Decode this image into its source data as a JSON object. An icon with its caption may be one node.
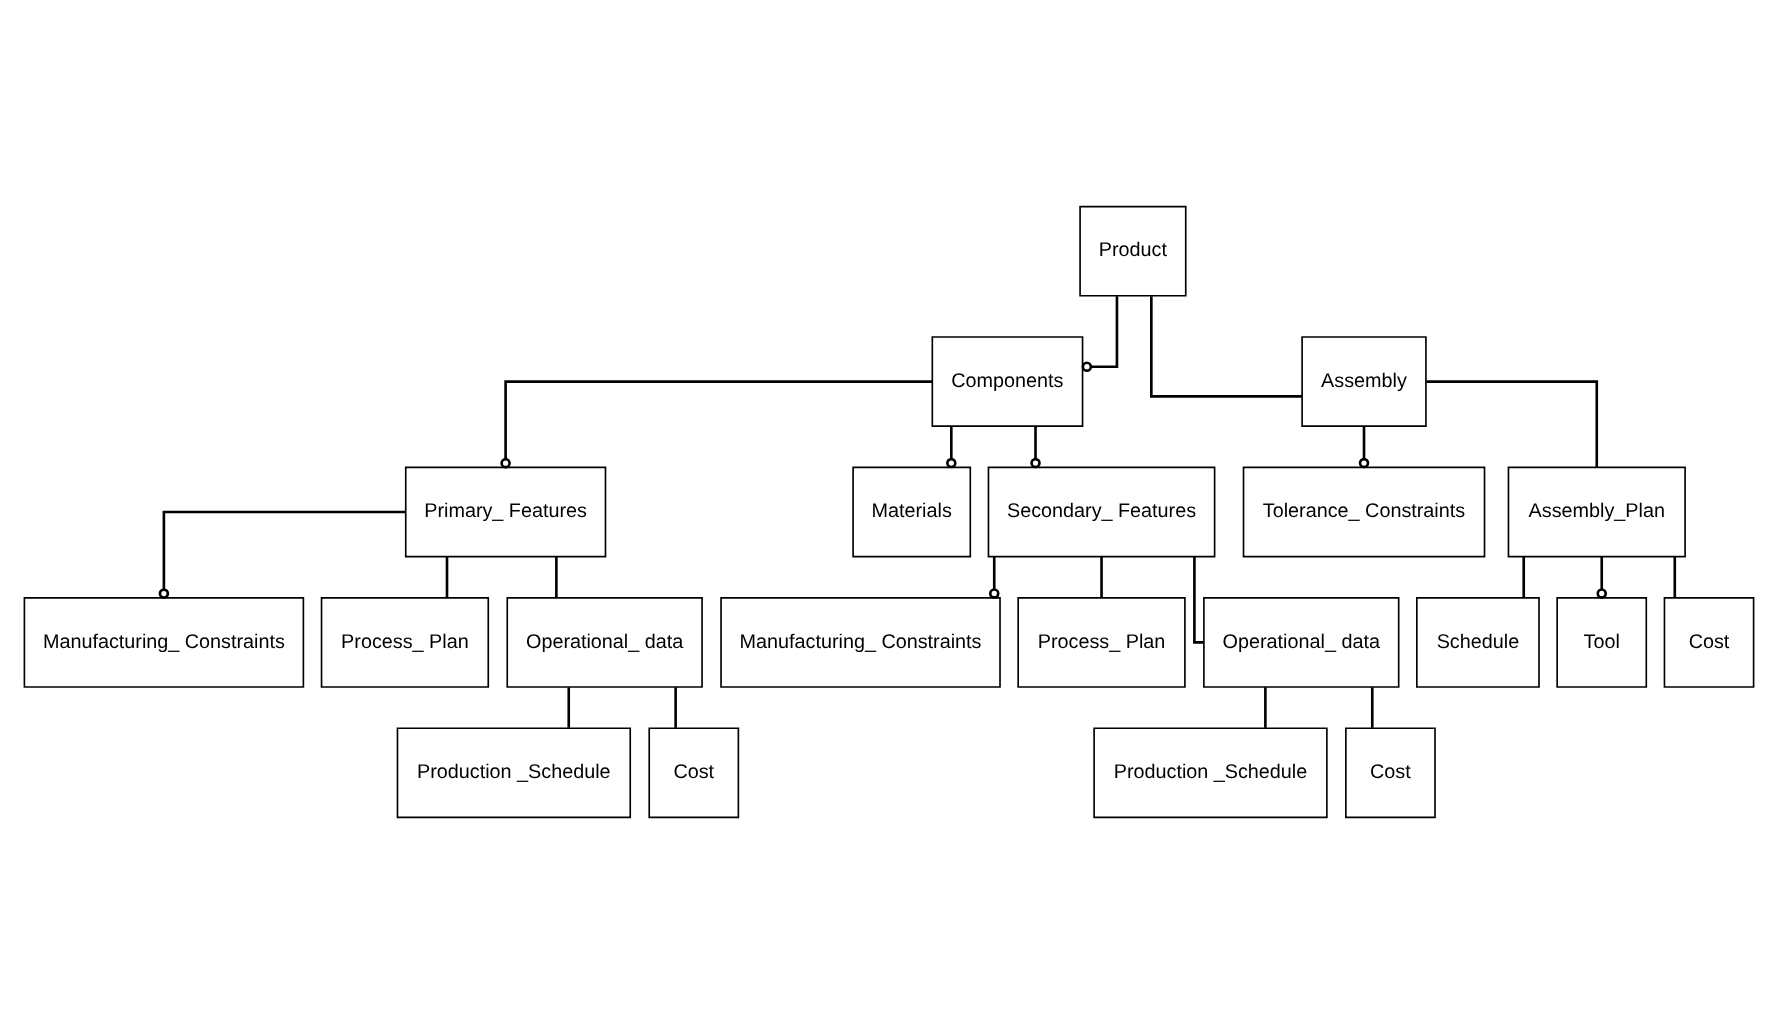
{
  "diagram": {
    "nodes": [
      {
        "text": [
          "Product"
        ]
      },
      {
        "text": [
          "Components"
        ]
      },
      {
        "text": [
          "Assembly"
        ]
      },
      {
        "text": [
          "Primary_ Features"
        ]
      },
      {
        "text": [
          "Materials"
        ]
      },
      {
        "text": [
          "Secondary_ Features"
        ]
      },
      {
        "text": [
          "Tolerance_ Constraints"
        ]
      },
      {
        "text": [
          "Assembly_Plan"
        ]
      },
      {
        "text": [
          "Manufacturing_ Constraints"
        ]
      },
      {
        "text": [
          "Process_ Plan"
        ]
      },
      {
        "text": [
          "Operational_ data"
        ]
      },
      {
        "text": [
          "Manufacturing_ Constraints"
        ]
      },
      {
        "text": [
          "Process_ Plan"
        ]
      },
      {
        "text": [
          "Operational_ data"
        ]
      },
      {
        "text": [
          "Schedule"
        ]
      },
      {
        "text": [
          "Tool"
        ]
      },
      {
        "text": [
          "Cost"
        ]
      },
      {
        "text": [
          "Production _Schedule"
        ]
      },
      {
        "text": [
          "Cost"
        ]
      },
      {
        "text": [
          "Production _Schedule"
        ]
      },
      {
        "text": [
          "Cost"
        ]
      }
    ],
    "edges": [
      {
        "from": 0,
        "to": 1,
        "arrow": "other"
      },
      {
        "from": 0,
        "to": 2,
        "arrow": "none"
      },
      {
        "from": 1,
        "to": 3,
        "arrow": "other"
      },
      {
        "from": 1,
        "to": 4,
        "arrow": "other"
      },
      {
        "from": 1,
        "to": 5,
        "arrow": "other"
      },
      {
        "from": 2,
        "to": 6,
        "arrow": "other"
      },
      {
        "from": 2,
        "to": 7,
        "arrow": "none"
      },
      {
        "from": 3,
        "to": 8,
        "arrow": "other"
      },
      {
        "from": 3,
        "to": 9,
        "arrow": "none"
      },
      {
        "from": 3,
        "to": 10,
        "arrow": "none"
      },
      {
        "from": 5,
        "to": 11,
        "arrow": "other"
      },
      {
        "from": 5,
        "to": 12,
        "arrow": "none"
      },
      {
        "from": 5,
        "to": 13,
        "arrow": "none"
      },
      {
        "from": 7,
        "to": 14,
        "arrow": "none"
      },
      {
        "from": 7,
        "to": 15,
        "arrow": "other"
      },
      {
        "from": 7,
        "to": 16,
        "arrow": "none"
      },
      {
        "from": 10,
        "to": 17,
        "arrow": "none"
      },
      {
        "from": 10,
        "to": 18,
        "arrow": "none"
      },
      {
        "from": 13,
        "to": 19,
        "arrow": "none"
      },
      {
        "from": 13,
        "to": 20,
        "arrow": "none"
      }
    ]
  }
}
